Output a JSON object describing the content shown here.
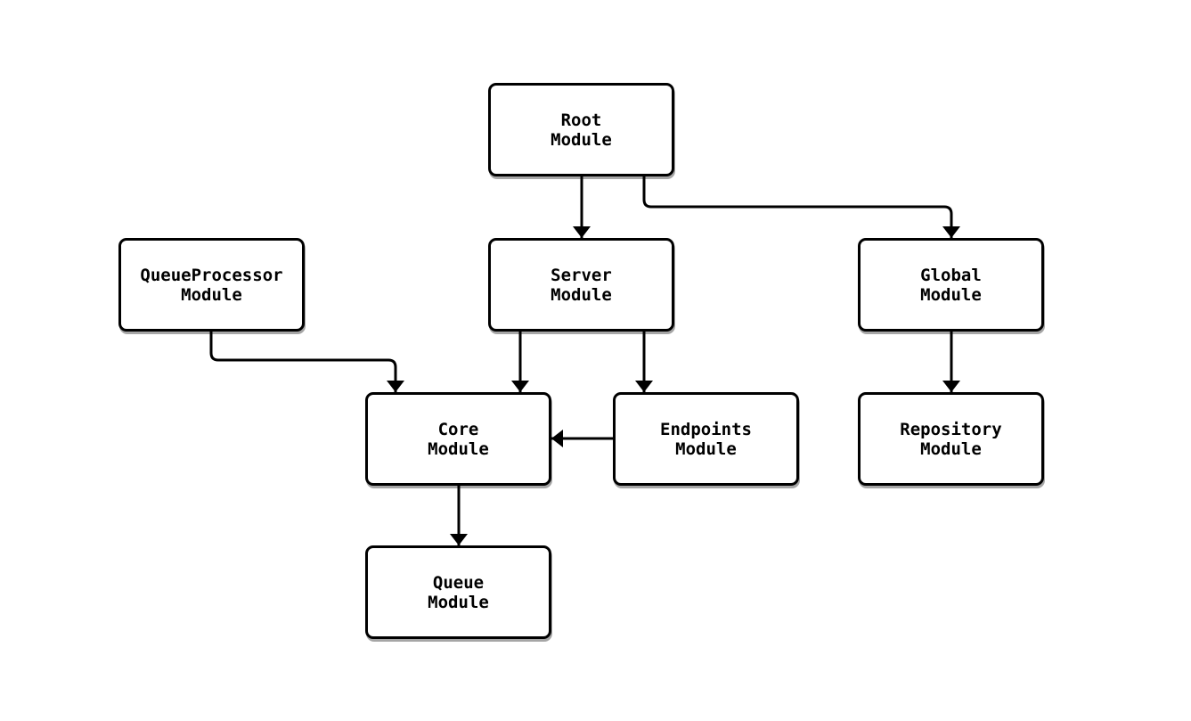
{
  "diagram": {
    "background_color": "#ffffff",
    "stroke_color": "#000000",
    "text_color": "#000000",
    "nodes": [
      {
        "id": "root",
        "lines": [
          "Root",
          "Module"
        ]
      },
      {
        "id": "queueprocessor",
        "lines": [
          "QueueProcessor",
          "Module"
        ]
      },
      {
        "id": "server",
        "lines": [
          "Server",
          "Module"
        ]
      },
      {
        "id": "global",
        "lines": [
          "Global",
          "Module"
        ]
      },
      {
        "id": "core",
        "lines": [
          "Core",
          "Module"
        ]
      },
      {
        "id": "endpoints",
        "lines": [
          "Endpoints",
          "Module"
        ]
      },
      {
        "id": "repository",
        "lines": [
          "Repository",
          "Module"
        ]
      },
      {
        "id": "queue",
        "lines": [
          "Queue",
          "Module"
        ]
      }
    ],
    "edges": [
      {
        "from": "root",
        "to": "server"
      },
      {
        "from": "root",
        "to": "global"
      },
      {
        "from": "queueprocessor",
        "to": "core"
      },
      {
        "from": "server",
        "to": "core"
      },
      {
        "from": "server",
        "to": "endpoints"
      },
      {
        "from": "endpoints",
        "to": "core"
      },
      {
        "from": "global",
        "to": "repository"
      },
      {
        "from": "core",
        "to": "queue"
      }
    ]
  }
}
